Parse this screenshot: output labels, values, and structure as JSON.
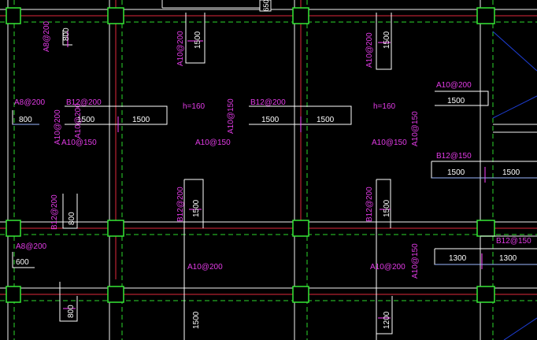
{
  "drawing": {
    "colors": {
      "background": "#000000",
      "beam": "#f2f2f2",
      "beam_dashed": "#2bd82b",
      "column": "#35e835",
      "axis": "#e0283b",
      "rebar_text": "#e23be6",
      "dim_text": "#ffffff",
      "dim_line": "#7aa2ff",
      "tick": "#ff40ff",
      "diag": "#1e3fd8",
      "bright": "#ffffff"
    },
    "labels": {
      "top_size": "650",
      "a8_top": "A8@200",
      "d800_top": "800",
      "a10_top1": "A10@200",
      "d1500_top1": "1500",
      "a10_top2": "A10@200",
      "d1500_top2": "1500",
      "a8_left": "A8@200",
      "d800_left": "800",
      "b12_left": "B12@200",
      "d1500_a": "1500",
      "d1500_b": "1500",
      "h160_1": "h=160",
      "b12_mid": "B12@200",
      "d1500_c": "1500",
      "d1500_d": "1500",
      "h160_2": "h=160",
      "a10_right": "A10@200",
      "d1500_right": "1500",
      "a10_v1": "A10@200",
      "a10_v2": "A10@200",
      "a10_150_1": "A10@150",
      "a10_150_2": "A10@150",
      "a10_150_3": "A10@150",
      "a10_150_4": "A10@150",
      "b12_150": "B12@150",
      "d1500_e": "1500",
      "d1500_f": "1500",
      "b12_v1": "B12@200",
      "d800_v": "800",
      "b12_v2": "B12@200",
      "d1500_g": "1500",
      "b12_v3": "B12@200",
      "d1500_h": "1500",
      "a8_bl": "A8@200",
      "d600": "600",
      "a10_mid1": "A10@200",
      "a10_mid2": "A10@200",
      "a10_150_5": "A10@150",
      "b12_150_b": "B12@150",
      "d1300_a": "1300",
      "d1300_b": "1300",
      "d800_bottom": "800",
      "d1500_bottom": "1500",
      "d1200_bottom": "1200"
    }
  }
}
